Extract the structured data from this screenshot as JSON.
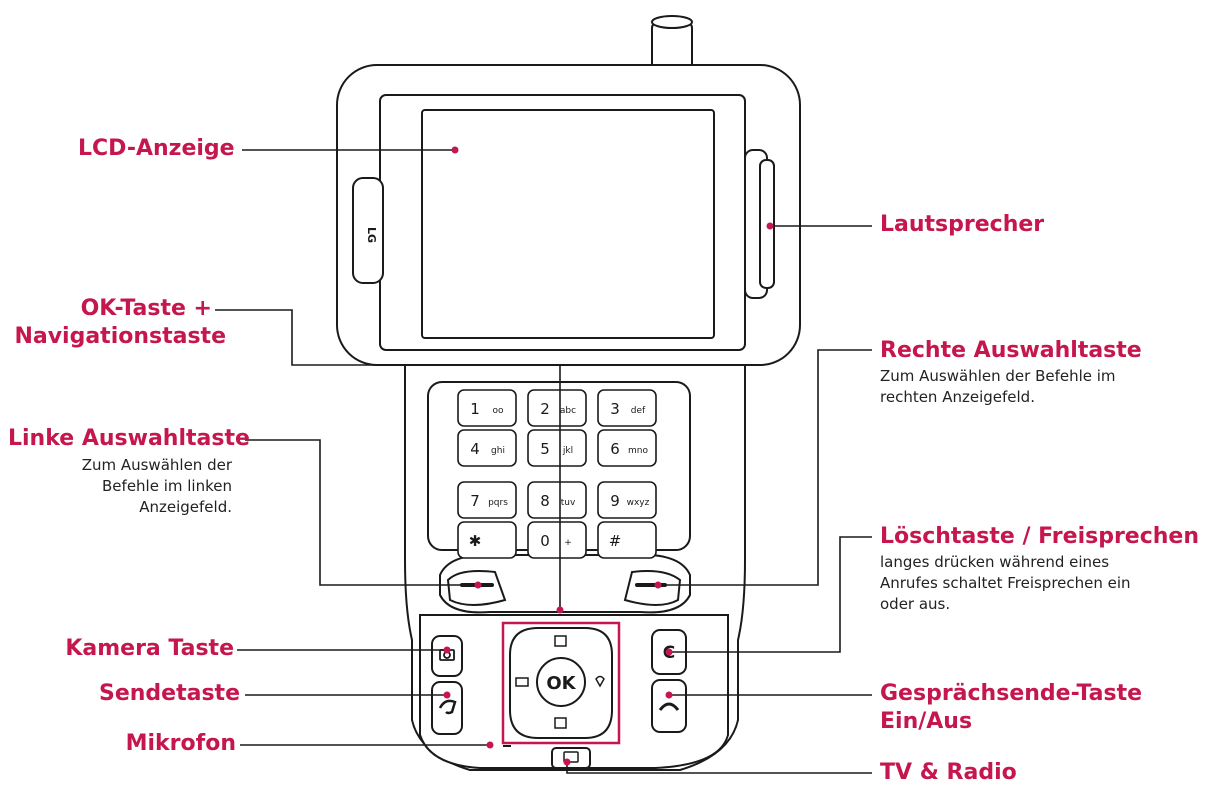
{
  "colors": {
    "accent": "#c5164d",
    "line": "#1a1a1a",
    "callout": "#c5164d"
  },
  "labels": {
    "lcd": "LCD-Anzeige",
    "speaker": "Lautsprecher",
    "ok_nav_1": "OK-Taste +",
    "ok_nav_2": "Navigationstaste",
    "right_soft": "Rechte Auswahltaste",
    "right_soft_desc_1": "Zum Auswählen der Befehle im",
    "right_soft_desc_2": "rechten Anzeigefeld.",
    "left_soft": "Linke Auswahltaste",
    "left_soft_desc_1": "Zum Auswählen der",
    "left_soft_desc_2": "Befehle im linken",
    "left_soft_desc_3": "Anzeigefeld.",
    "clear": "Löschtaste / Freisprechen",
    "clear_desc_1": "langes drücken während eines",
    "clear_desc_2": "Anrufes schaltet Freisprechen ein",
    "clear_desc_3": "oder aus.",
    "camera": "Kamera Taste",
    "send": "Sendetaste",
    "end_1": "Gesprächsende-Taste",
    "end_2": "Ein/Aus",
    "mic": "Mikrofon",
    "tv": "TV & Radio"
  },
  "phone": {
    "brand": "LG",
    "keys": [
      {
        "num": "1",
        "sub": "oo"
      },
      {
        "num": "2",
        "sub": "abc"
      },
      {
        "num": "3",
        "sub": "def"
      },
      {
        "num": "4",
        "sub": "ghi"
      },
      {
        "num": "5",
        "sub": "jkl"
      },
      {
        "num": "6",
        "sub": "mno"
      },
      {
        "num": "7",
        "sub": "pqrs"
      },
      {
        "num": "8",
        "sub": "tuv"
      },
      {
        "num": "9",
        "sub": "wxyz"
      },
      {
        "num": "✱",
        "sub": ""
      },
      {
        "num": "0",
        "sub": "+"
      },
      {
        "num": "#",
        "sub": ""
      }
    ],
    "ok": "OK",
    "clear_key": "C"
  }
}
